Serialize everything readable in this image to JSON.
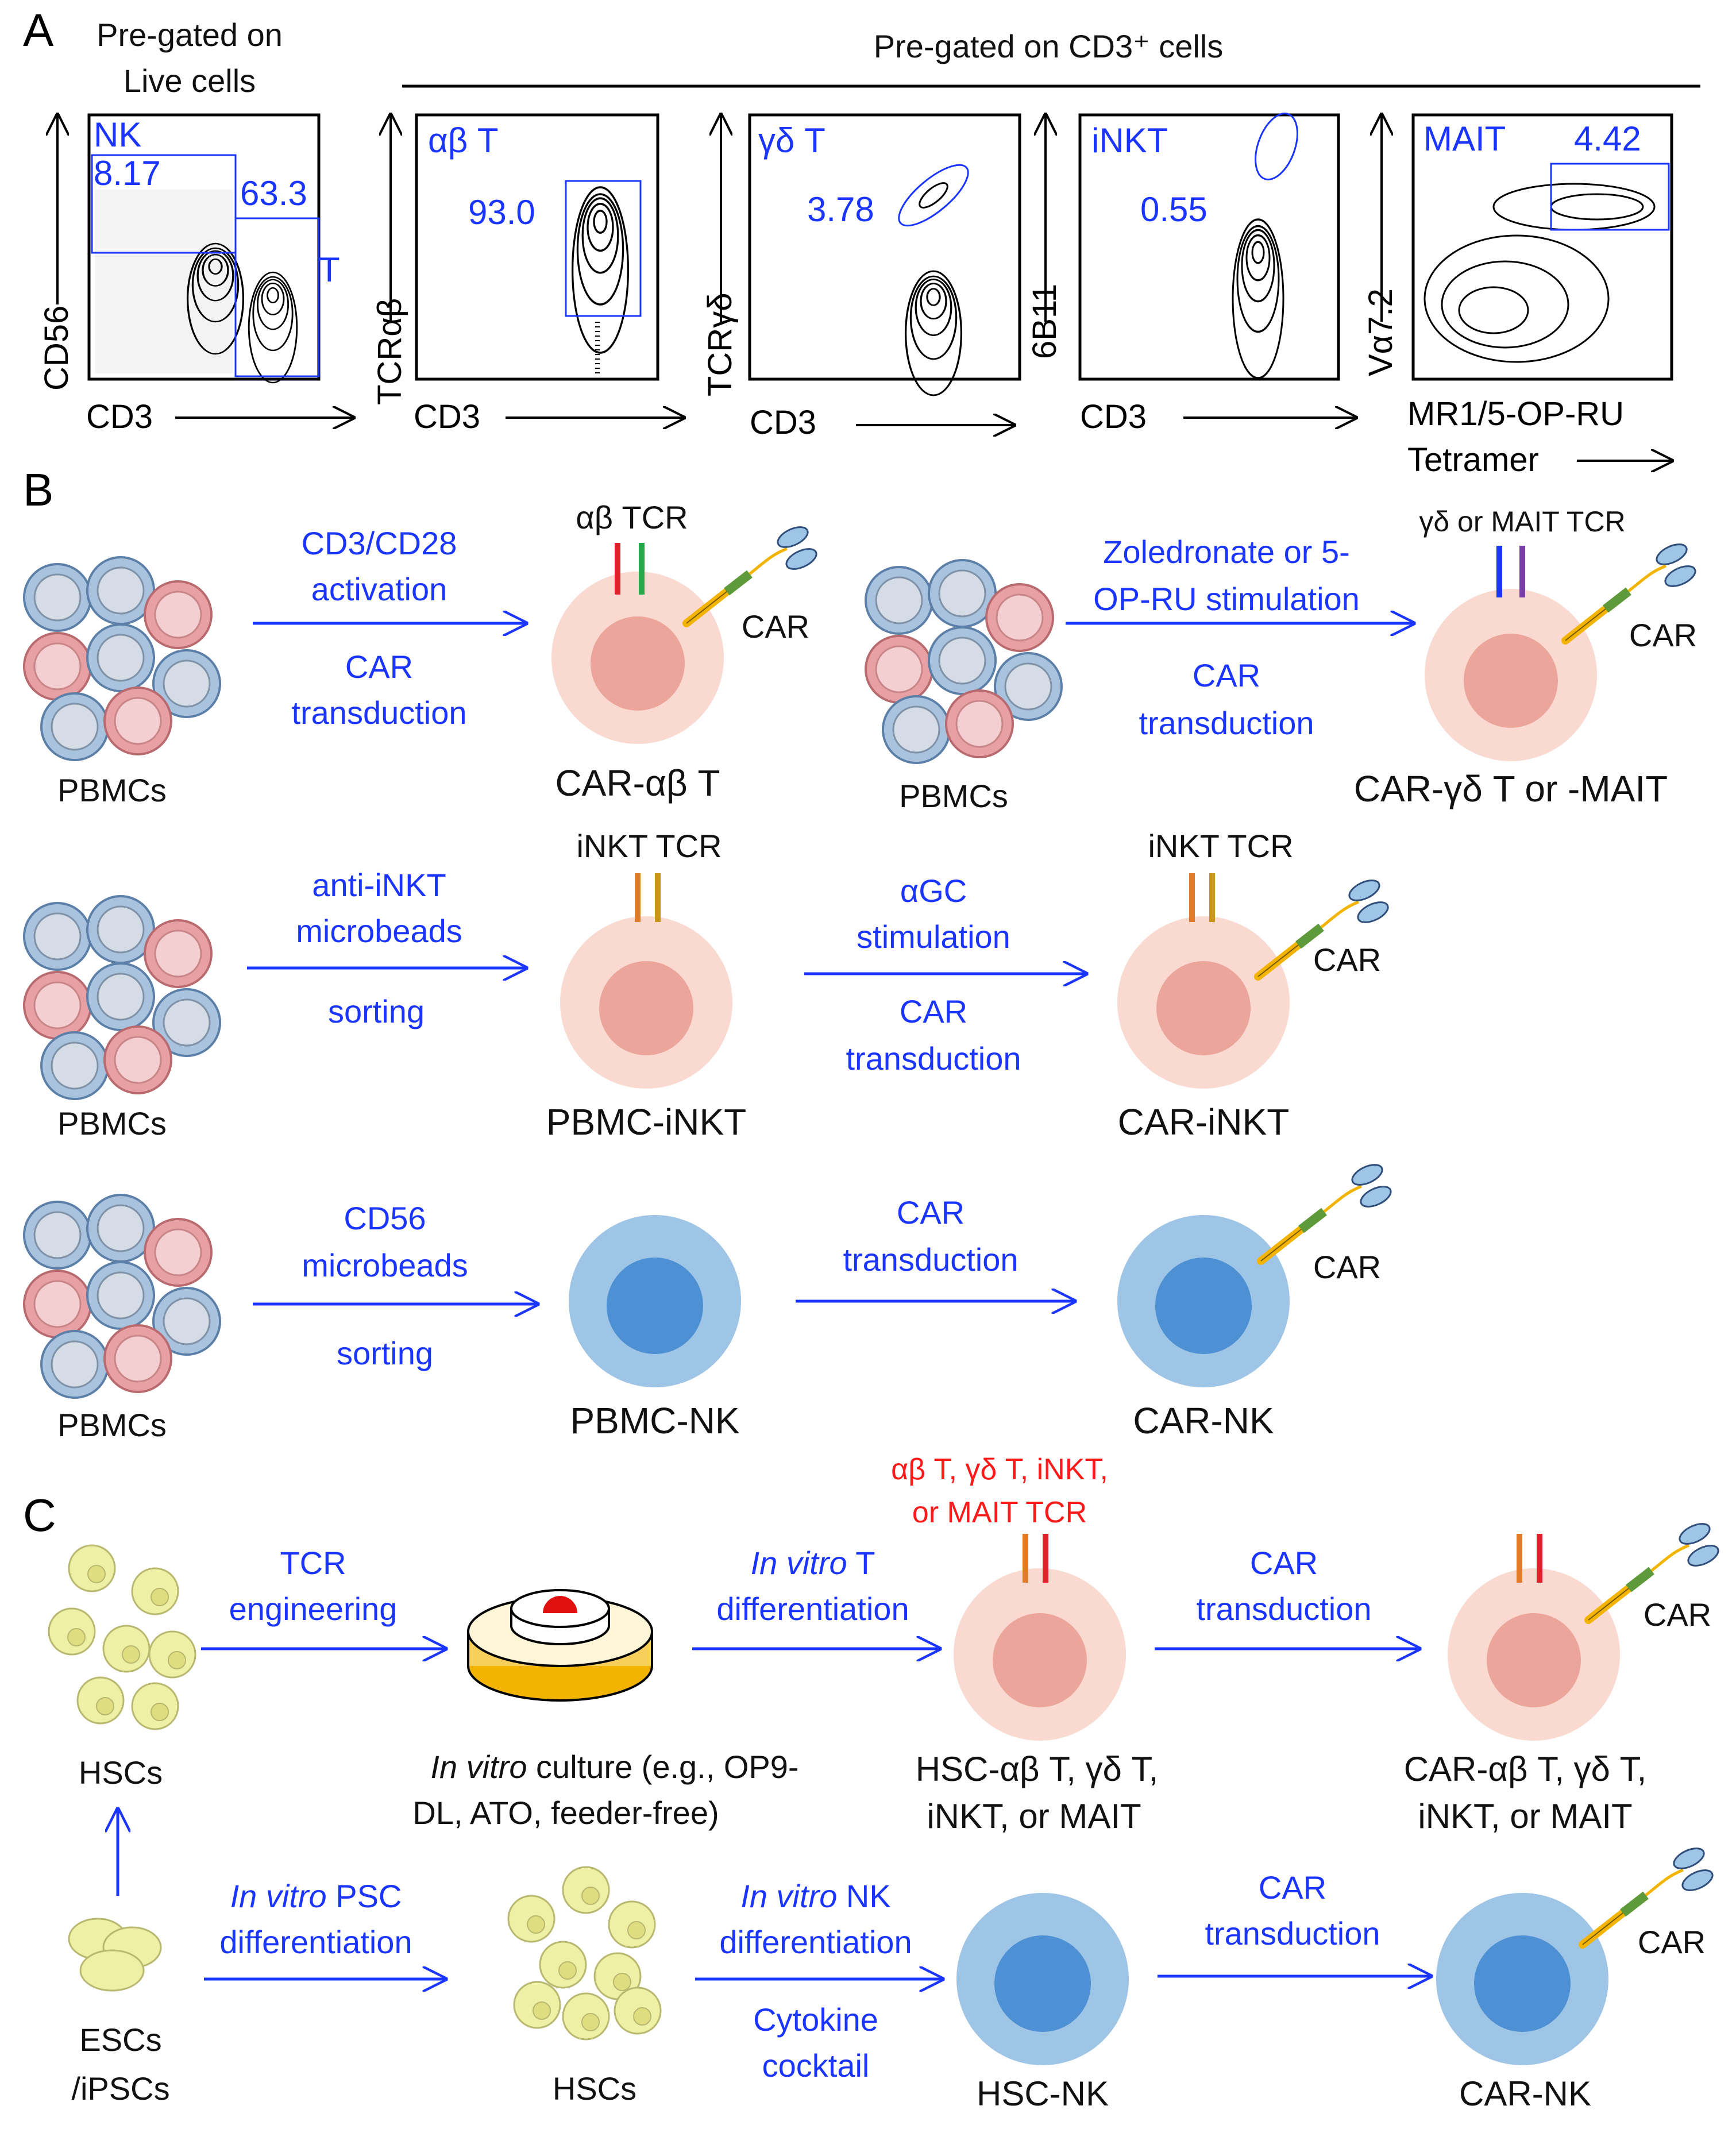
{
  "panelA": {
    "letter": "A",
    "pregate_live": [
      "Pre-gated on",
      "Live cells"
    ],
    "pregate_cd3": "Pre-gated on CD3⁺ cells",
    "plots": [
      {
        "y": "CD56",
        "x": "CD3",
        "gates": [
          {
            "label": "NK",
            "value": "8.17"
          },
          {
            "label": "T",
            "value": "63.3"
          }
        ]
      },
      {
        "y": "TCRαβ",
        "x": "CD3",
        "gates": [
          {
            "label": "αβ T",
            "value": "93.0"
          }
        ]
      },
      {
        "y": "TCRγδ",
        "x": "CD3",
        "gates": [
          {
            "label": "γδ T",
            "value": "3.78"
          }
        ]
      },
      {
        "y": "6B11",
        "x": "CD3",
        "gates": [
          {
            "label": "iNKT",
            "value": "0.55"
          }
        ]
      },
      {
        "y": "Vα7.2",
        "x": [
          "MR1/5-OP-RU",
          "Tetramer"
        ],
        "gates": [
          {
            "label": "MAIT",
            "value": "4.42"
          }
        ]
      }
    ]
  },
  "panelB": {
    "letter": "B",
    "pbmc": "PBMCs",
    "car": "CAR",
    "row1": {
      "step1": [
        "CD3/CD28",
        "activation"
      ],
      "step1b": [
        "CAR",
        "transduction"
      ],
      "tcr1": "αβ TCR",
      "cell1": "CAR-αβ T",
      "step2": [
        "Zoledronate or 5-",
        "OP-RU stimulation"
      ],
      "step2b": [
        "CAR",
        "transduction"
      ],
      "tcr2": "γδ or MAIT TCR",
      "cell2": "CAR-γδ T or -MAIT"
    },
    "row2": {
      "step1": [
        "anti-iNKT",
        "microbeads"
      ],
      "step1b": "sorting",
      "tcr": "iNKT TCR",
      "cell1": "PBMC-iNKT",
      "step2": [
        "αGC",
        "stimulation"
      ],
      "step2b": [
        "CAR",
        "transduction"
      ],
      "cell2": "CAR-iNKT"
    },
    "row3": {
      "step1": [
        "CD56",
        "microbeads"
      ],
      "step1b": "sorting",
      "cell1": "PBMC-NK",
      "step2": [
        "CAR",
        "transduction"
      ],
      "cell2": "CAR-NK"
    }
  },
  "panelC": {
    "letter": "C",
    "car": "CAR",
    "hscs": "HSCs",
    "escs": [
      "ESCs",
      "/iPSCs"
    ],
    "tcr_engineering": [
      "TCR",
      "engineering"
    ],
    "culture_label": [
      "In vitro culture (e.g., OP9-",
      "DL, ATO, feeder-free)"
    ],
    "tdiff": [
      "In vitro T",
      "differentiation"
    ],
    "tcr_red": [
      "αβ T, γδ T, iNKT,",
      "or MAIT TCR"
    ],
    "hsc_t": [
      "HSC-αβ T, γδ T,",
      "iNKT, or MAIT"
    ],
    "car_trans": [
      "CAR",
      "transduction"
    ],
    "car_t": [
      "CAR-αβ T, γδ T,",
      "iNKT, or MAIT"
    ],
    "psc_diff": [
      "In vitro PSC",
      "differentiation"
    ],
    "nk_diff": [
      "In vitro NK",
      "differentiation"
    ],
    "cytokine": [
      "Cytokine",
      "cocktail"
    ],
    "hsc_nk": "HSC-NK",
    "car_nk": "CAR-NK"
  }
}
